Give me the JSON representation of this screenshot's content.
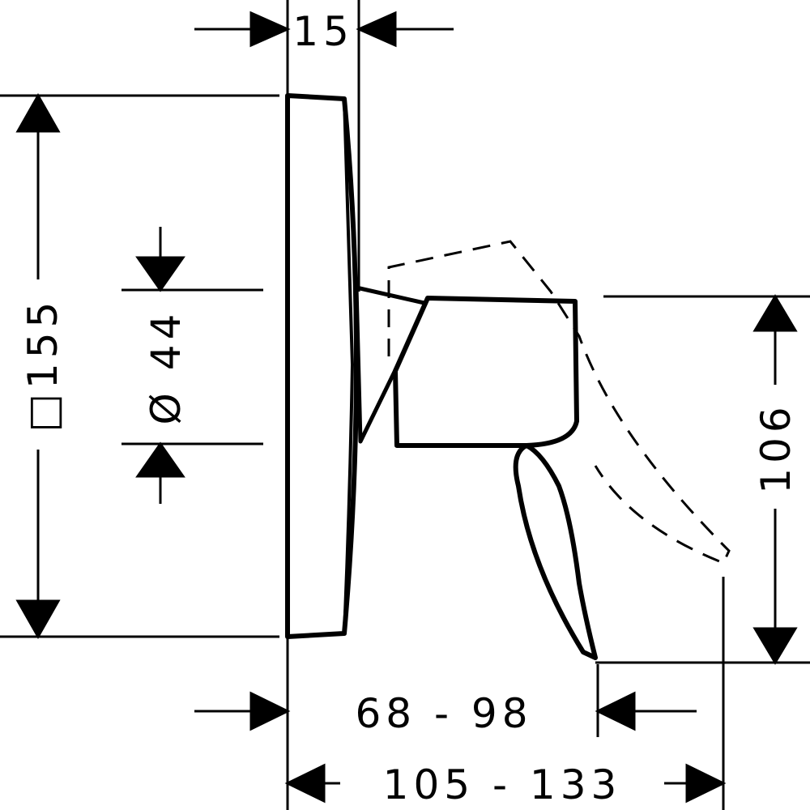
{
  "drawing": {
    "line_color": "#000000",
    "background": "#ffffff",
    "dimensions": {
      "plate_thickness": "15",
      "plate_size": "□155",
      "connection_diameter": "Ø 44",
      "lever_height": "106",
      "projection_min_max": "68 - 98",
      "projection_total": "105 - 133"
    }
  }
}
